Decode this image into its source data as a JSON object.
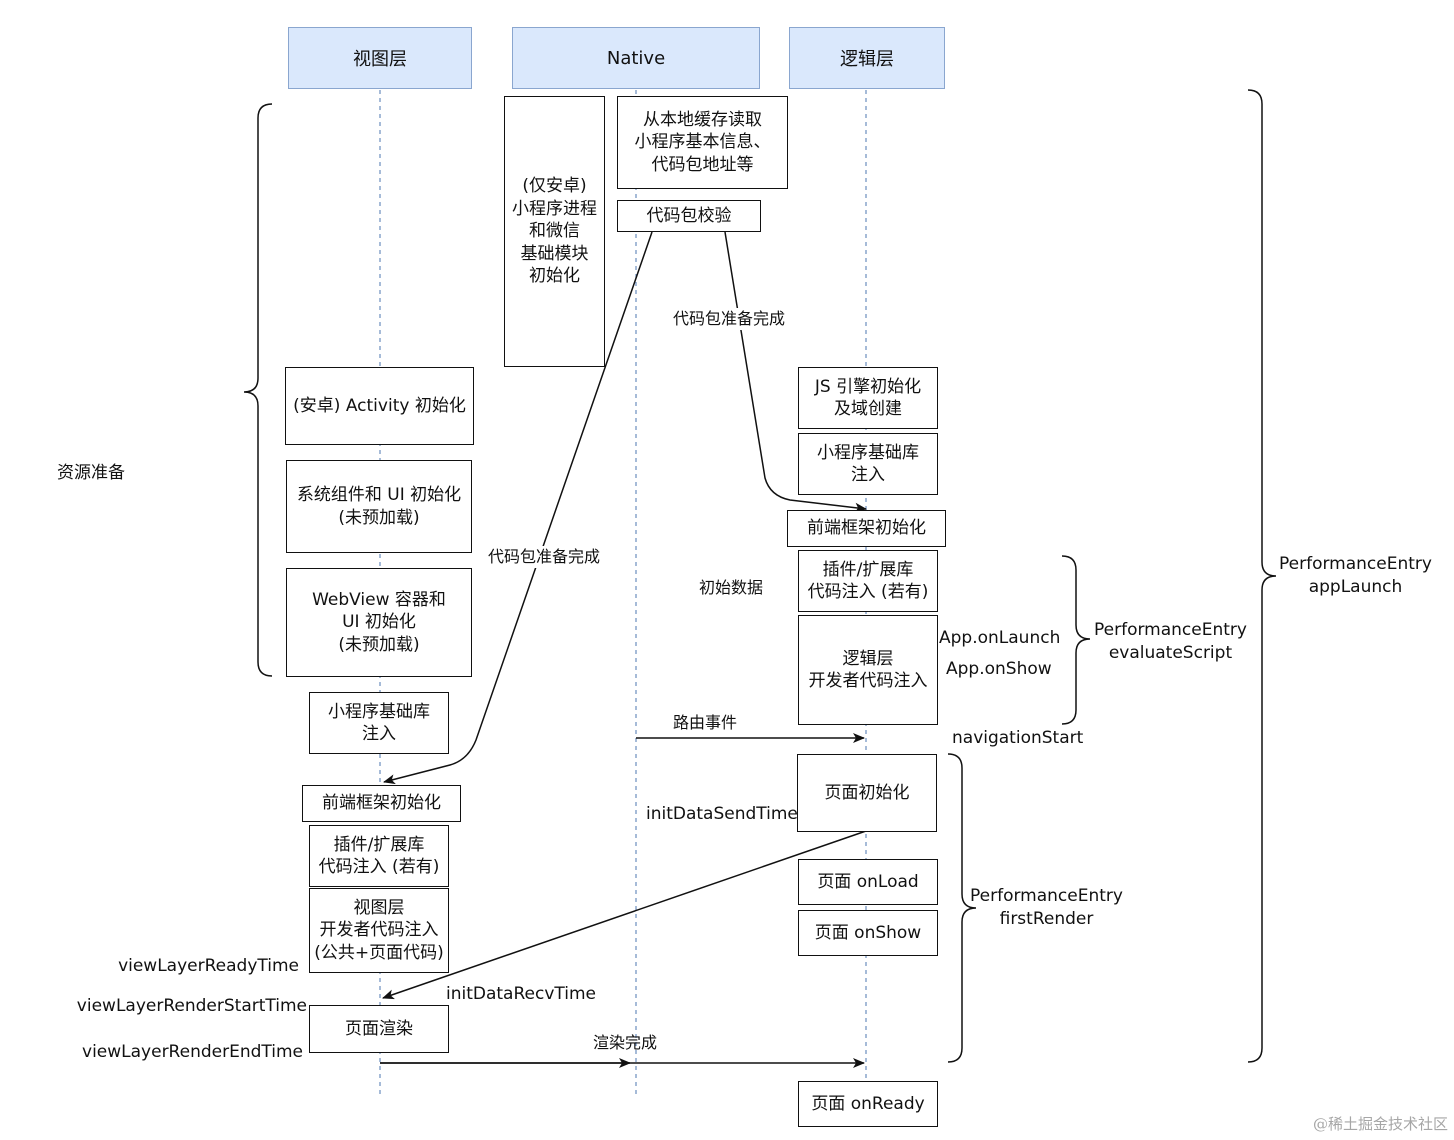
{
  "lanes": {
    "view": "视图层",
    "native": "Native",
    "logic": "逻辑层"
  },
  "native_boxes": {
    "android_process": "(仅安卓)\n小程序进程\n和微信\n基础模块\n初始化",
    "read_cache": "从本地缓存读取\n小程序基本信息、\n代码包地址等",
    "verify_package": "代码包校验"
  },
  "view_boxes": {
    "activity_init": "(安卓) Activity 初始化",
    "system_ui_init": "系统组件和 UI 初始化\n(未预加载)",
    "webview_init": "WebView 容器和\nUI 初始化\n(未预加载)",
    "base_lib": "小程序基础库\n注入",
    "frontend_init": "前端框架初始化",
    "plugin_inject": "插件/扩展库\n代码注入 (若有)",
    "dev_code": "视图层\n开发者代码注入\n(公共+页面代码)",
    "page_render": "页面渲染"
  },
  "logic_boxes": {
    "js_engine": "JS 引擎初始化\n及域创建",
    "base_lib": "小程序基础库\n注入",
    "frontend_init": "前端框架初始化",
    "plugin_inject": "插件/扩展库\n代码注入 (若有)",
    "dev_code": "逻辑层\n开发者代码注入",
    "page_init": "页面初始化",
    "page_onload": "页面 onLoad",
    "page_onshow": "页面 onShow",
    "page_onready": "页面 onReady"
  },
  "labels": {
    "resource_prep": "资源准备",
    "package_ready_logic": "代码包准备完成",
    "package_ready_view": "代码包准备完成",
    "init_data": "初始数据",
    "app_onlaunch": "App.onLaunch",
    "app_onshow": "App.onShow",
    "route_event": "路由事件",
    "navigation_start": "navigationStart",
    "init_data_send": "initDataSendTime",
    "init_data_recv": "initDataRecvTime",
    "view_ready": "viewLayerReadyTime",
    "render_start": "viewLayerRenderStartTime",
    "render_end": "viewLayerRenderEndTime",
    "render_done": "渲染完成",
    "pe_app_launch": "PerformanceEntry\nappLaunch",
    "pe_evaluate_script": "PerformanceEntry\nevaluateScript",
    "pe_first_render": "PerformanceEntry\nfirstRender"
  },
  "watermark": "@稀土掘金技术社区"
}
